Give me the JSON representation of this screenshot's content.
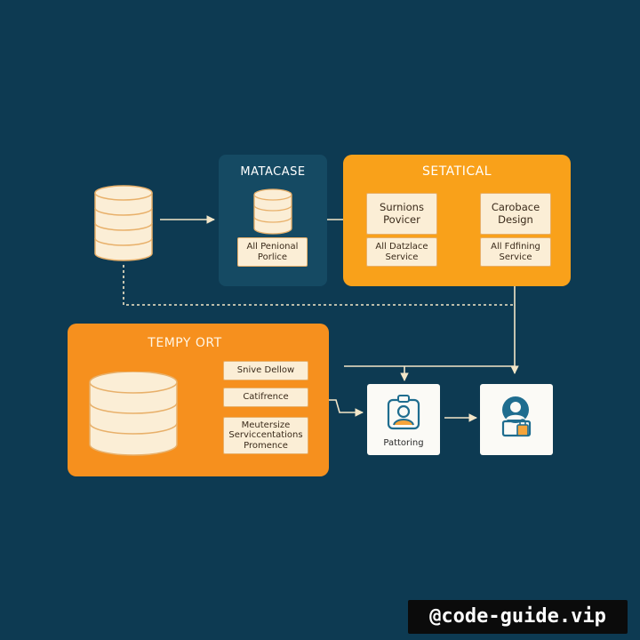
{
  "colors": {
    "background": "#0d3a52",
    "panel_dark": "#154a63",
    "panel_orange": "#f6901e",
    "panel_orange_alt": "#f9a11a",
    "card_fill": "#fbeed6",
    "line": "#f3e6c8",
    "icon_blue": "#1f6d8f"
  },
  "panels": {
    "matacase": {
      "title": "MATACASE",
      "card": "All Penional\nPorlice"
    },
    "setatical": {
      "title": "SETATICAL",
      "cards": {
        "top_left": "Surnions\nPovicer",
        "top_right": "Carobace\nDesign",
        "bottom_left": "All Datzlace\nService",
        "bottom_right": "All Fdfining\nService"
      }
    },
    "tempy_ort": {
      "title": "TEMPY ORT",
      "cards": {
        "first": "Snive Dellow",
        "second": "Catifrence",
        "third": "Meutersize\nServiccentations\nPromence"
      }
    }
  },
  "nodes": {
    "pattoring": {
      "label": "Pattoring",
      "icon": "person-badge-icon"
    },
    "security": {
      "icon": "user-lock-icon"
    }
  },
  "watermark": "@code-guide.vip"
}
